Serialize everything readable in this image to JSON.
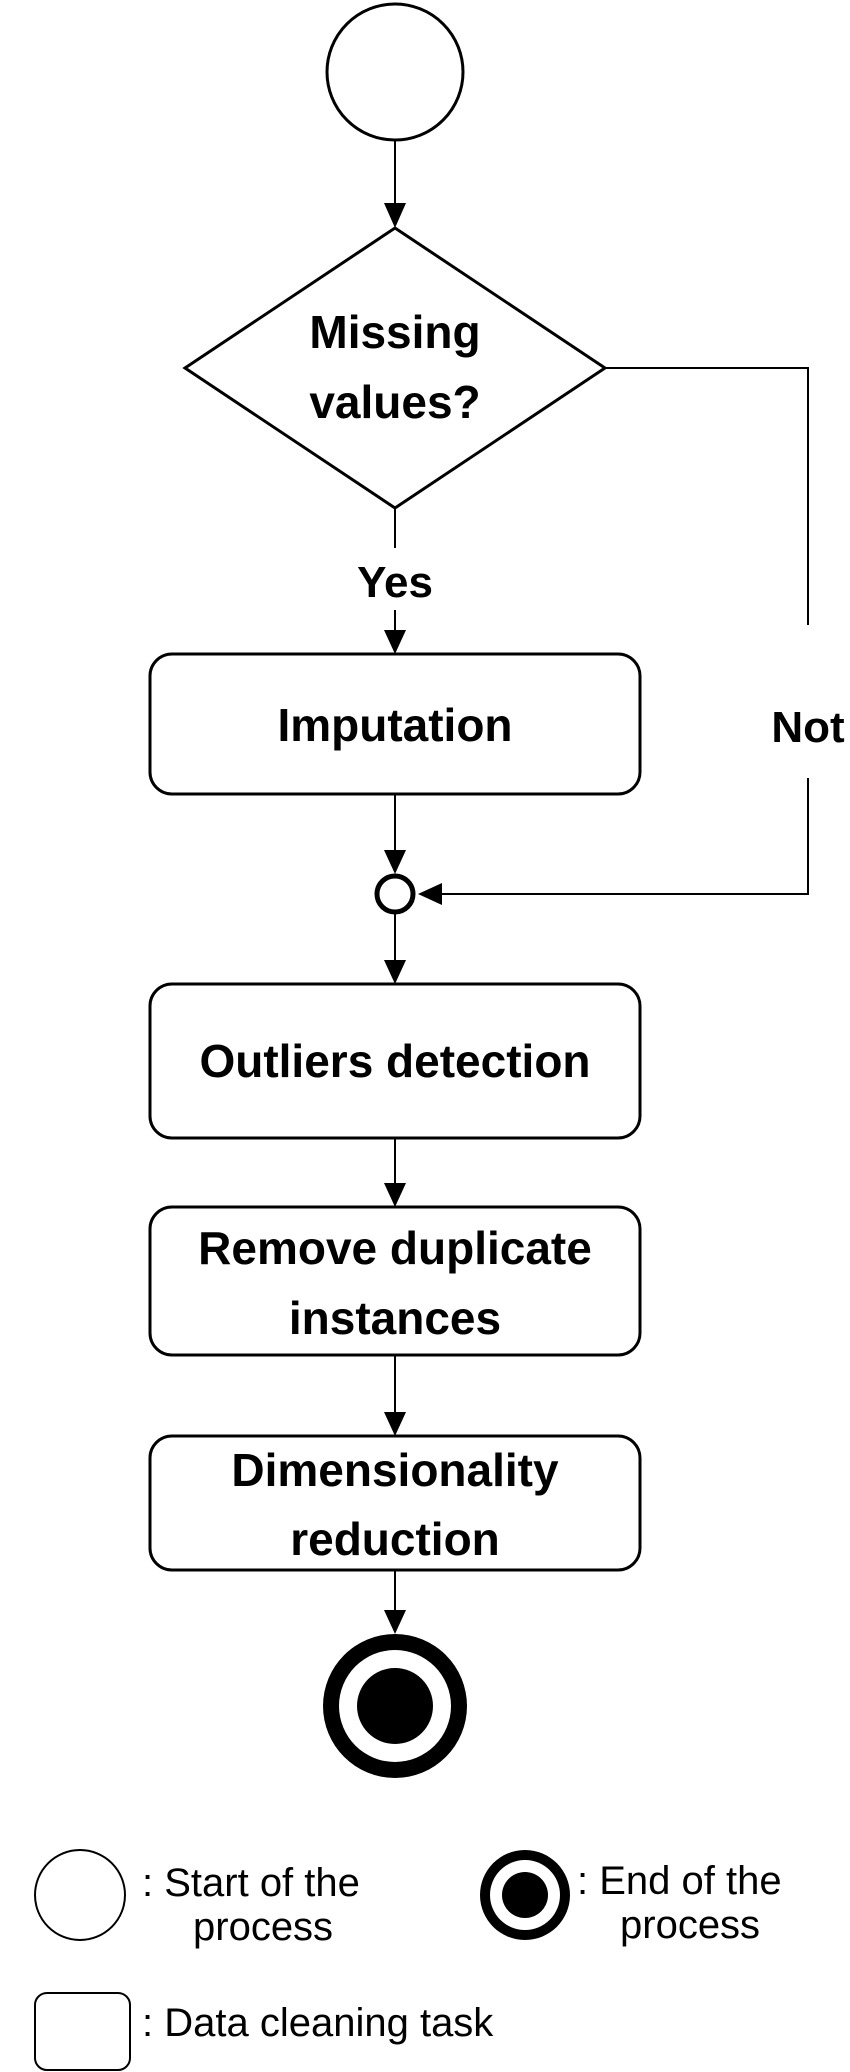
{
  "nodes": {
    "start": {
      "kind": "start-event"
    },
    "decision": {
      "lines": [
        "Missing",
        "values?"
      ]
    },
    "imputation": {
      "lines": [
        "Imputation"
      ]
    },
    "merge": {
      "kind": "merge-point"
    },
    "outliers": {
      "lines": [
        "Outliers detection"
      ]
    },
    "duplicates": {
      "lines": [
        "Remove duplicate",
        "instances"
      ]
    },
    "dimensionality": {
      "lines": [
        "Dimensionality",
        "reduction"
      ]
    },
    "end": {
      "kind": "end-event"
    }
  },
  "edge_labels": {
    "yes": "Yes",
    "not": "Not"
  },
  "legend": {
    "start_lines": [
      ": Start of the",
      "process"
    ],
    "end_lines": [
      ": End of the",
      "process"
    ],
    "task_lines": [
      ": Data cleaning task"
    ]
  }
}
